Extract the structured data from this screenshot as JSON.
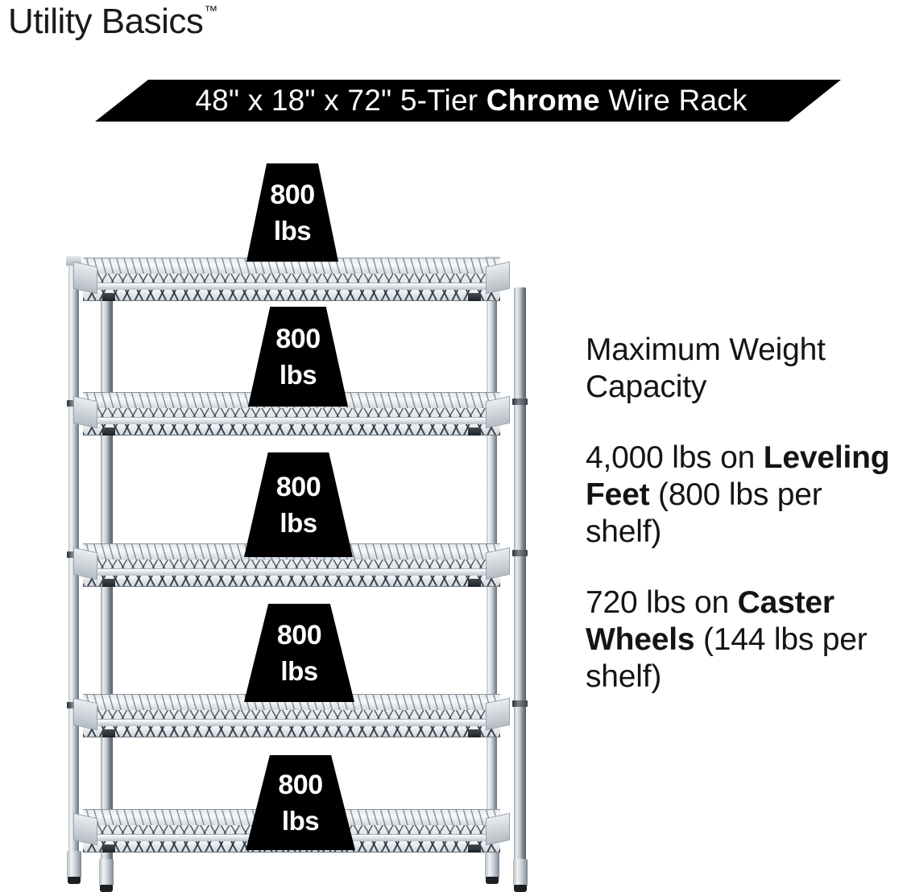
{
  "brand": {
    "name": "Utility Basics",
    "tm": "™"
  },
  "banner": {
    "dimensions": "48\" x 18\" x 72\"",
    "tiers": "5-Tier",
    "material_bold": "Chrome",
    "product": "Wire Rack",
    "full_text": "48\" x 18\" x 72\" 5-Tier Chrome Wire Rack",
    "background_color": "#000000",
    "text_color": "#ffffff"
  },
  "product_image": {
    "type": "chrome-wire-shelving-unit",
    "shelf_count": 5,
    "base": "leveling-feet",
    "chrome_color": "#d5dce2"
  },
  "weight_tags": [
    {
      "number": "800",
      "unit": "lbs"
    },
    {
      "number": "800",
      "unit": "lbs"
    },
    {
      "number": "800",
      "unit": "lbs"
    },
    {
      "number": "800",
      "unit": "lbs"
    },
    {
      "number": "800",
      "unit": "lbs"
    }
  ],
  "capacity": {
    "heading_line1": "Maximum Weight",
    "heading_line2": "Capacity",
    "leveling": {
      "value": "4,000 lbs on ",
      "bold": "Leveling Feet",
      "suffix": " (800 lbs per shelf)"
    },
    "caster": {
      "value": "720 lbs on ",
      "bold": "Caster Wheels",
      "suffix": " (144 lbs per shelf)"
    }
  }
}
